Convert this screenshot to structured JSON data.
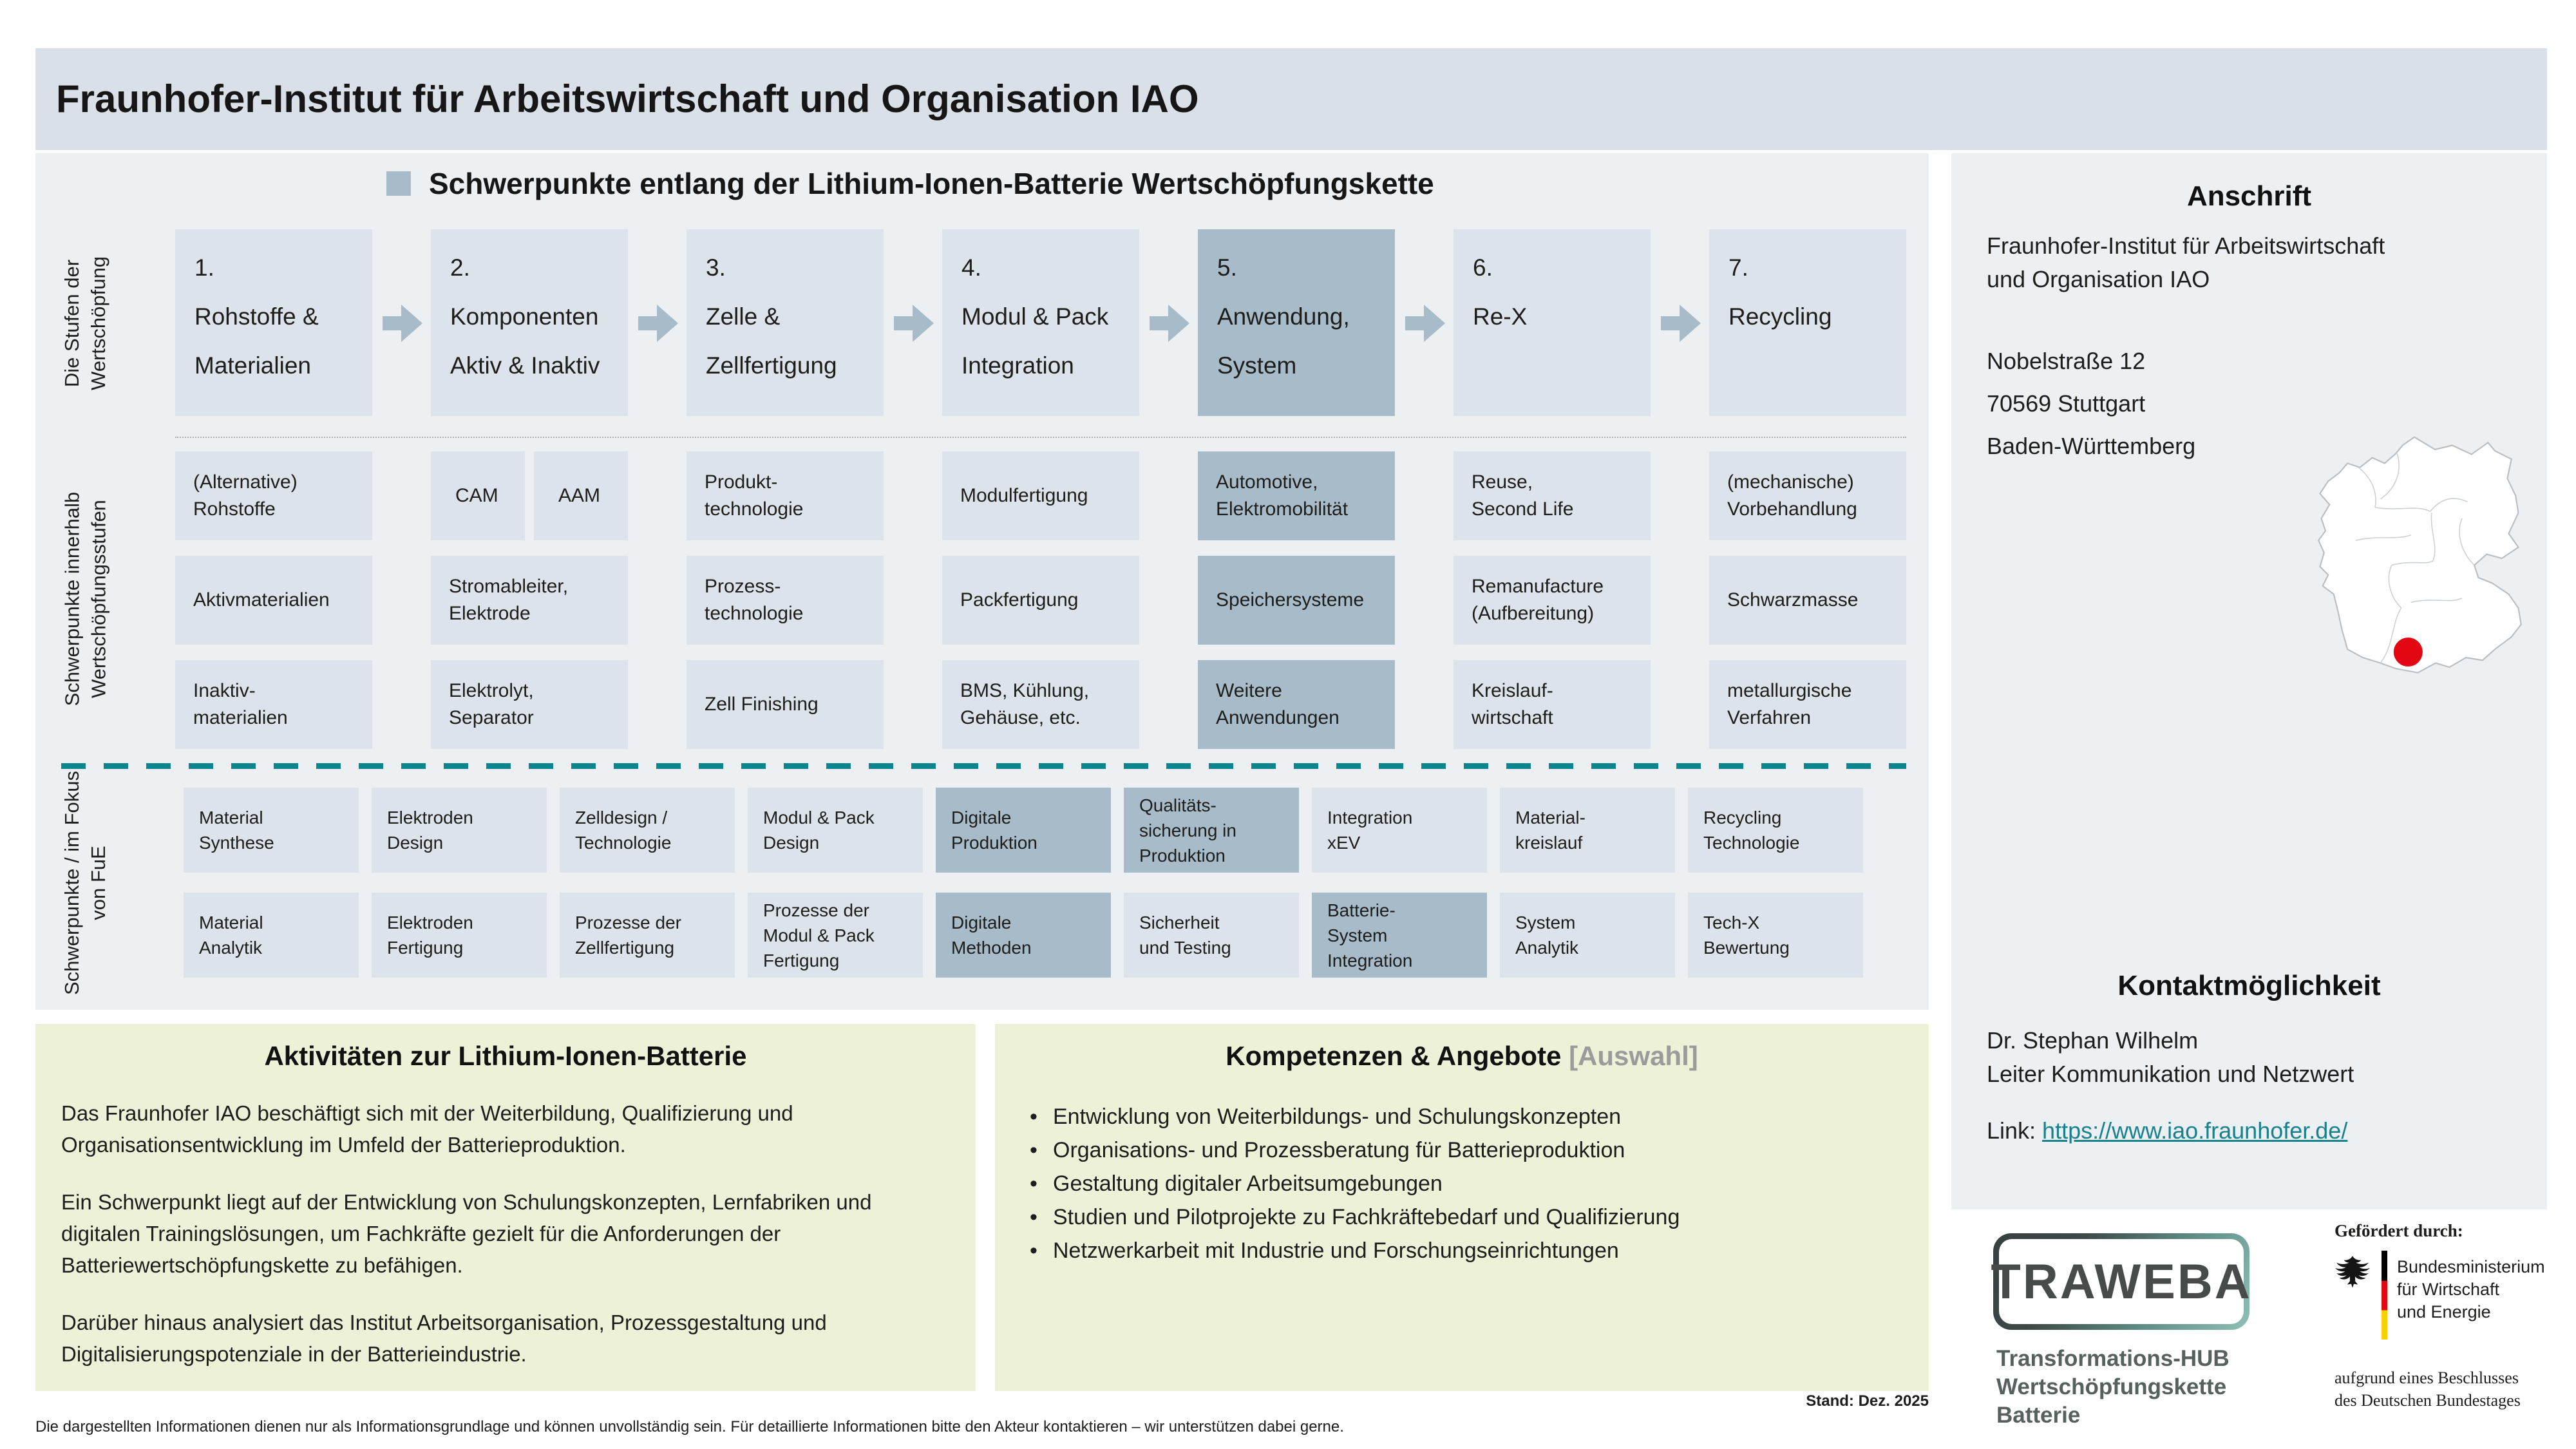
{
  "colors": {
    "header_band": "#d9e0e8",
    "panel": "#edf0f3",
    "box": "#dce3ea",
    "highlight": "#a7bbc8",
    "teal": "#0d858e",
    "link_teal": "#17828e",
    "green_panel": "#edf1d8",
    "marker_red": "#e30613"
  },
  "header": {
    "title": "Fraunhofer-Institut für Arbeitswirtschaft und Organisation IAO"
  },
  "diagram": {
    "section_header": "Schwerpunkte entlang der Lithium-Ionen-Batterie Wertschöpfungskette",
    "axis": [
      {
        "l1": "Die Stufen der",
        "l2": "Wertschöpfung"
      },
      {
        "l1": "Schwerpunkte innerhalb",
        "l2": "Wertschöpfungsstufen"
      },
      {
        "l1": "Schwerpunkte /",
        "l2": "im Fokus  von FuE"
      }
    ],
    "stages": [
      {
        "num": "1.",
        "l1": "Rohstoffe &",
        "l2": "Materialien"
      },
      {
        "num": "2.",
        "l1": "Komponenten",
        "l2": "Aktiv & Inaktiv"
      },
      {
        "num": "3.",
        "l1": "Zelle &",
        "l2": "Zellfertigung"
      },
      {
        "num": "4.",
        "l1": "Modul & Pack",
        "l2": "Integration"
      },
      {
        "num": "5.",
        "l1": "Anwendung,",
        "l2": "System"
      },
      {
        "num": "6.",
        "l1": "Re-X"
      },
      {
        "num": "7.",
        "l1": "Recycling"
      }
    ],
    "sub": [
      [
        {
          "l1": "(Alternative)",
          "l2": "Rohstoffe"
        },
        {
          "l1": "Aktivmaterialien"
        },
        {
          "l1": "Inaktiv-",
          "l2": "materialien"
        }
      ],
      [
        {
          "l1": "CAM"
        },
        {
          "l1": "AAM"
        },
        {
          "l1": "Stromableiter,",
          "l2": "Elektrode"
        },
        {
          "l1": "Elektrolyt,",
          "l2": "Separator"
        }
      ],
      [
        {
          "l1": "Produkt-",
          "l2": "technologie"
        },
        {
          "l1": "Prozess-",
          "l2": "technologie"
        },
        {
          "l1": "Zell Finishing"
        }
      ],
      [
        {
          "l1": "Modulfertigung"
        },
        {
          "l1": "Packfertigung"
        },
        {
          "l1": "BMS, Kühlung,",
          "l2": "Gehäuse, etc."
        }
      ],
      [
        {
          "l1": "Automotive,",
          "l2": "Elektromobilität"
        },
        {
          "l1": "Speichersysteme"
        },
        {
          "l1": "Weitere",
          "l2": "Anwendungen"
        }
      ],
      [
        {
          "l1": "Reuse,",
          "l2": "Second Life"
        },
        {
          "l1": "Remanufacture",
          "l2": "(Aufbereitung)"
        },
        {
          "l1": "Kreislauf-",
          "l2": "wirtschaft"
        }
      ],
      [
        {
          "l1": "(mechanische)",
          "l2": "Vorbehandlung"
        },
        {
          "l1": "Schwarzmasse"
        },
        {
          "l1": "metallurgische",
          "l2": "Verfahren"
        }
      ]
    ],
    "fue": [
      [
        {
          "l1": "Material",
          "l2": "Synthese"
        },
        {
          "l1": "Elektroden",
          "l2": "Design"
        },
        {
          "l1": "Zelldesign /",
          "l2": "Technologie"
        },
        {
          "l1": "Modul & Pack",
          "l2": "Design"
        },
        {
          "l1": "Digitale",
          "l2": "Produktion"
        },
        {
          "l1": "Qualitäts-",
          "l2": "sicherung in",
          "l3": "Produktion"
        },
        {
          "l1": "Integration",
          "l2": "xEV"
        },
        {
          "l1": "Material-",
          "l2": "kreislauf"
        },
        {
          "l1": "Recycling",
          "l2": "Technologie"
        }
      ],
      [
        {
          "l1": "Material",
          "l2": "Analytik"
        },
        {
          "l1": "Elektroden",
          "l2": "Fertigung"
        },
        {
          "l1": "Prozesse der",
          "l2": "Zellfertigung"
        },
        {
          "l1": "Prozesse der",
          "l2": "Modul & Pack",
          "l3": "Fertigung"
        },
        {
          "l1": "Digitale",
          "l2": "Methoden"
        },
        {
          "l1": "Sicherheit",
          "l2": "und Testing"
        },
        {
          "l1": "Batterie-",
          "l2": "System",
          "l3": "Integration"
        },
        {
          "l1": "System",
          "l2": "Analytik"
        },
        {
          "l1": "Tech-X",
          "l2": "Bewertung"
        }
      ]
    ]
  },
  "sidebar": {
    "anschrift": {
      "title": "Anschrift",
      "org_l1": "Fraunhofer-Institut für Arbeitswirtschaft",
      "org_l2": "und Organisation IAO",
      "street": "Nobelstraße 12",
      "city": "70569 Stuttgart",
      "state": "Baden-Württemberg"
    },
    "kontakt": {
      "title": "Kontaktmöglichkeit",
      "name": "Dr. Stephan Wilhelm",
      "role": "Leiter Kommunikation und Netzwert",
      "link_label": "Link: ",
      "link_url": "https://www.iao.fraunhofer.de/"
    }
  },
  "activities": {
    "title": "Aktivitäten zur Lithium-Ionen-Batterie",
    "p1": "Das Fraunhofer IAO beschäftigt sich mit der Weiterbildung, Qualifizierung und Organisationsentwicklung im Umfeld der Batterieproduktion.",
    "p2": "Ein Schwerpunkt liegt auf der Entwicklung von Schulungskonzepten, Lernfabriken und digitalen Trainingslösungen, um Fachkräfte gezielt für die Anforderungen der Batteriewertschöpfungskette zu befähigen.",
    "p3": "Darüber hinaus analysiert das Institut Arbeitsorganisation, Prozessgestaltung und Digitalisierungspotenziale in der Batterieindustrie."
  },
  "competences": {
    "title": "Kompetenzen & Angebote ",
    "title_suffix": "[Auswahl]",
    "bullets": [
      "Entwicklung von Weiterbildungs- und Schulungskonzepten",
      "Organisations- und Prozessberatung für Batterieproduktion",
      "Gestaltung digitaler Arbeitsumgebungen",
      "Studien und Pilotprojekte zu Fachkräftebedarf und Qualifizierung",
      "Netzwerkarbeit mit Industrie und Forschungseinrichtungen"
    ]
  },
  "logos": {
    "traweba": {
      "wordmark": "TRAWEBA",
      "cap_l1": "Transformations-HUB",
      "cap_l2": "Wertschöpfungskette",
      "cap_l3": "Batterie"
    },
    "bmwi": {
      "funded_by": "Gefördert durch:",
      "min_l1": "Bundesministerium",
      "min_l2": "für Wirtschaft",
      "min_l3": "und Energie",
      "note_l1": "aufgrund eines Beschlusses",
      "note_l2": "des Deutschen Bundestages"
    }
  },
  "footer": {
    "stand": "Stand: Dez. 2025",
    "disclaimer": "Die dargestellten Informationen dienen nur als Informationsgrundlage und können unvollständig sein. Für detaillierte Informationen bitte den Akteur kontaktieren – wir unterstützen dabei gerne."
  }
}
